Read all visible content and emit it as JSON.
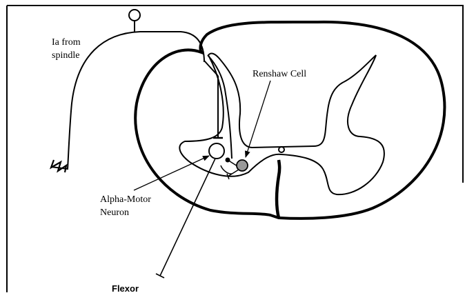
{
  "labels": {
    "ia_line1": "Ia from",
    "ia_line2": "spindle",
    "renshaw": "Renshaw Cell",
    "alpha_line1": "Alpha-Motor",
    "alpha_line2": "Neuron",
    "flexor": "Flexor"
  },
  "colors": {
    "stroke": "#000000",
    "renshaw_fill": "#999999",
    "background": "#ffffff"
  }
}
